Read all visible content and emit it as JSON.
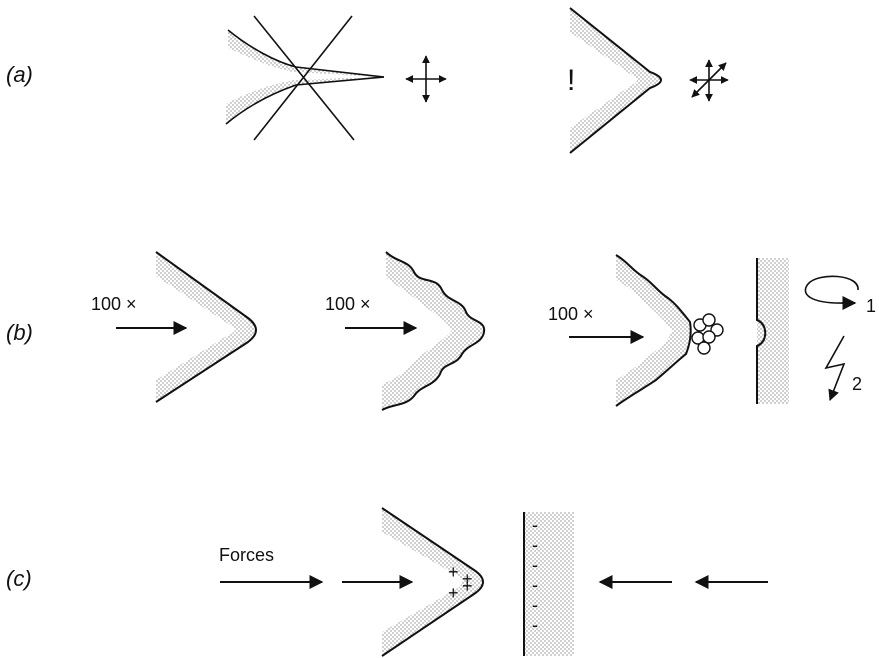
{
  "panels": [
    {
      "label": "(a)"
    },
    {
      "label": "(b)",
      "repeat_label": "100 ×",
      "rotation_label": "1",
      "lightning_label": "2"
    },
    {
      "label": "(c)",
      "forces_label": "Forces",
      "tip_charge": "+",
      "wall_charge": "-"
    }
  ],
  "annotation": {
    "exclaim": "!"
  }
}
